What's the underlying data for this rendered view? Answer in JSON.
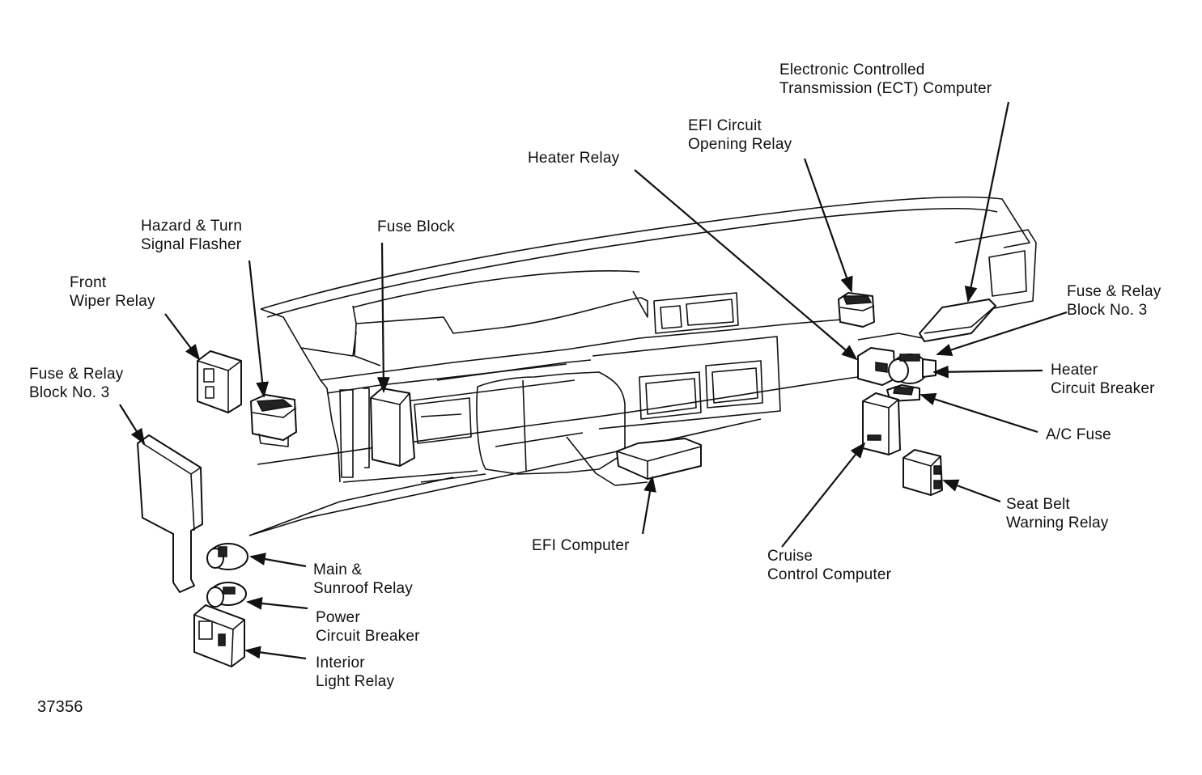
{
  "labels": {
    "ect_computer": "Electronic Controlled\nTransmission (ECT) Computer",
    "efi_circuit_opening_relay": "EFI Circuit\nOpening Relay",
    "heater_relay": "Heater Relay",
    "hazard_flasher": "Hazard & Turn\nSignal Flasher",
    "fuse_block": "Fuse Block",
    "front_wiper_relay": "Front\nWiper Relay",
    "fuse_relay_block_left": "Fuse & Relay\nBlock No. 3",
    "fuse_relay_block_right": "Fuse & Relay\nBlock No. 3",
    "heater_circuit_breaker": "Heater\nCircuit Breaker",
    "ac_fuse": "A/C Fuse",
    "seat_belt_warning_relay": "Seat Belt\nWarning Relay",
    "cruise_control_computer": "Cruise\nControl Computer",
    "efi_computer": "EFI Computer",
    "main_sunroof_relay": "Main &\nSunroof Relay",
    "power_circuit_breaker": "Power\nCircuit Breaker",
    "interior_light_relay": "Interior\nLight Relay",
    "figure_number": "37356"
  }
}
